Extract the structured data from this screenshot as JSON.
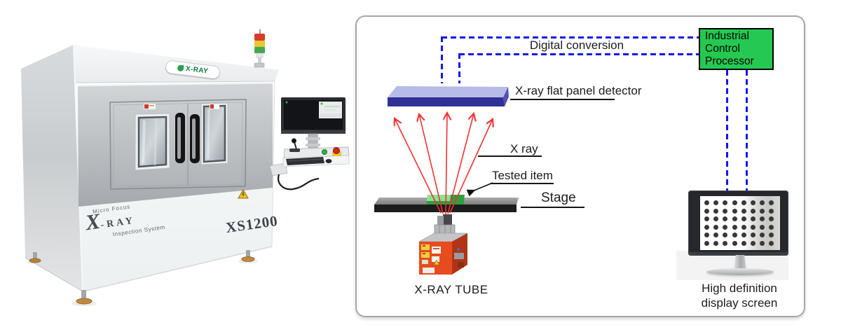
{
  "machine": {
    "badge_text": "X-RAY",
    "brand_top": "Micro Focus",
    "brand_x": "X",
    "brand_ray": "-RAY",
    "brand_sub": "Inspection System",
    "model": "XS1200"
  },
  "diagram": {
    "processor_line1": "Industrial",
    "processor_line2": "Control",
    "processor_line3": "Processor",
    "digital_conversion": "Digital conversion",
    "detector_label": "X-ray flat panel detector",
    "xray_label": "X ray",
    "tested_item_label": "Tested item",
    "stage_label": "Stage",
    "tube_label": "X-RAY TUBE",
    "display_label_line1": "High definition",
    "display_label_line2": "display screen",
    "display_dots": {
      "rows": 6,
      "cols": 8
    },
    "colors": {
      "processor_bg": "#25c952",
      "dash_blue": "#1414f0",
      "ray_red": "#f23131",
      "detector_top": "#b7bbe8",
      "detector_front": "#2f3195",
      "stage_top": "#8f9092",
      "stage_front": "#1c1c1c",
      "item_light": "#8fe093",
      "item_dark": "#2f9e3f",
      "tube_orange": "#e84b1e"
    }
  }
}
